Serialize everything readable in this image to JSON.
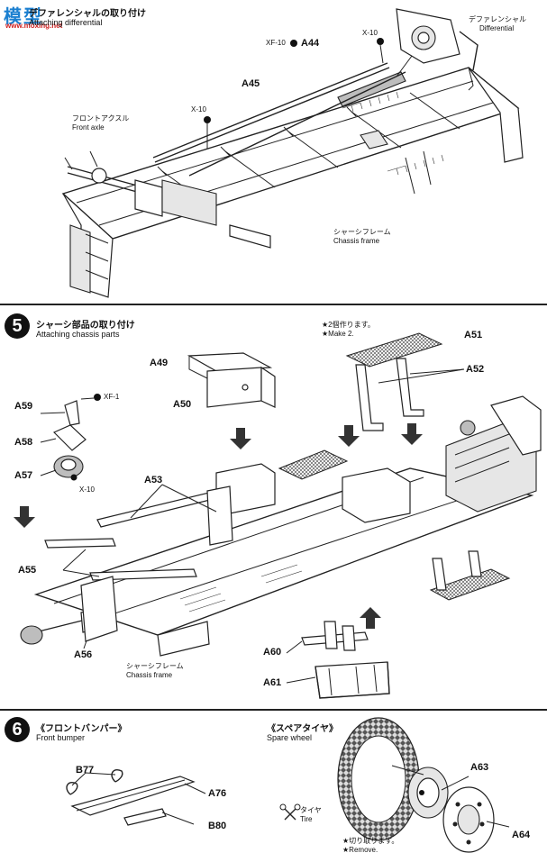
{
  "watermark": {
    "chinese": "模型",
    "url": "www.moxing.net"
  },
  "step4": {
    "title_jp": "デファレンシャルの取り付け",
    "title_en": "Attaching differential",
    "labels": {
      "differential_jp": "デファレンシャル",
      "differential_en": "Differential",
      "xf10": "XF-10",
      "a44": "A44",
      "x10_top": "X-10",
      "a45": "A45",
      "x10_left": "X-10",
      "front_axle_jp": "フロントアクスル",
      "front_axle_en": "Front axle",
      "chassis_frame_jp": "シャーシフレーム",
      "chassis_frame_en": "Chassis frame"
    }
  },
  "step5": {
    "number": "5",
    "title_jp": "シャーシ部品の取り付け",
    "title_en": "Attaching chassis parts",
    "labels": {
      "make2_jp": "★2個作ります。",
      "make2_en": "★Make 2.",
      "a51": "A51",
      "a52": "A52",
      "a49": "A49",
      "a50": "A50",
      "a59": "A59",
      "xf1": "XF-1",
      "a58": "A58",
      "a57": "A57",
      "x10": "X-10",
      "a53": "A53",
      "a55": "A55",
      "a56": "A56",
      "chassis_frame_jp": "シャーシフレーム",
      "chassis_frame_en": "Chassis frame",
      "a60": "A60",
      "a61": "A61"
    }
  },
  "step6": {
    "number": "6",
    "title_jp": "《フロントバンパー》",
    "title_en": "Front bumper",
    "spare_jp": "《スペアタイヤ》",
    "spare_en": "Spare wheel",
    "labels": {
      "b77": "B77",
      "a76": "A76",
      "b80": "B80",
      "a63": "A63",
      "tire_jp": "タイヤ",
      "tire_en": "Tire",
      "a64": "A64",
      "remove_jp": "★切り取ります。",
      "remove_en": "★Remove."
    }
  }
}
